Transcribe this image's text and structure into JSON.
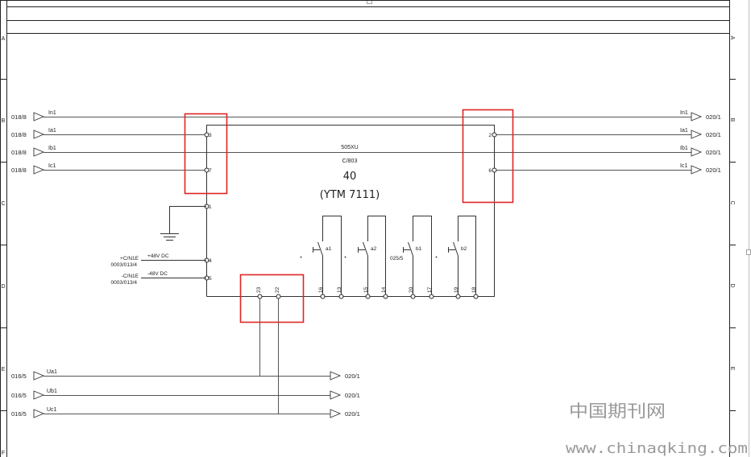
{
  "row_markers": {
    "left": [
      "A",
      "B",
      "C",
      "D",
      "E",
      "F"
    ],
    "right": [
      "A",
      "B",
      "C",
      "D",
      "E"
    ]
  },
  "current_inputs": [
    {
      "source_ref": "018/8",
      "signal": "In1"
    },
    {
      "source_ref": "018/8",
      "signal": "Ia1"
    },
    {
      "source_ref": "018/8",
      "signal": "Ib1"
    },
    {
      "source_ref": "018/8",
      "signal": "Ic1"
    }
  ],
  "current_outputs": [
    {
      "signal": "In1",
      "dest_ref": "020/1"
    },
    {
      "signal": "Ia1",
      "dest_ref": "020/1"
    },
    {
      "signal": "Ib1",
      "dest_ref": "020/1"
    },
    {
      "signal": "Ic1",
      "dest_ref": "020/1"
    }
  ],
  "device": {
    "code": "505XU",
    "ref": "C/803",
    "number": "40",
    "model": "(YTM 7111)",
    "left_terminals": [
      "3",
      "7",
      "1",
      "4",
      "5"
    ],
    "right_terminals": [
      "2",
      "6"
    ],
    "bottom_terminals": [
      "23",
      "22"
    ]
  },
  "supply": [
    {
      "name": "+C/N1E",
      "ref": "0003/013/4",
      "label": "+48V DC"
    },
    {
      "name": "-C/N1E",
      "ref": "0003/013/4",
      "label": "-48V DC"
    }
  ],
  "contacts": [
    {
      "name": "a1",
      "terminals": [
        "16",
        "13"
      ]
    },
    {
      "name": "a2",
      "terminals": [
        "15",
        "14"
      ]
    },
    {
      "name": "b1",
      "terminals": [
        "20",
        "17"
      ],
      "ref": "025/5"
    },
    {
      "name": "b2",
      "terminals": [
        "19",
        "18"
      ]
    }
  ],
  "voltage_inputs": [
    {
      "source_ref": "016/5",
      "signal": "Ua1",
      "dest_ref": "020/1"
    },
    {
      "source_ref": "016/5",
      "signal": "Ub1",
      "dest_ref": "020/1"
    },
    {
      "source_ref": "016/5",
      "signal": "Uc1",
      "dest_ref": "020/1"
    }
  ],
  "watermark": {
    "site_name": "中国期刊网",
    "url": "www.chinaqking.com"
  },
  "colors": {
    "wire": "#555555",
    "frame": "#222222",
    "highlight": "#e02424",
    "watermark": "#9a9a9a"
  }
}
